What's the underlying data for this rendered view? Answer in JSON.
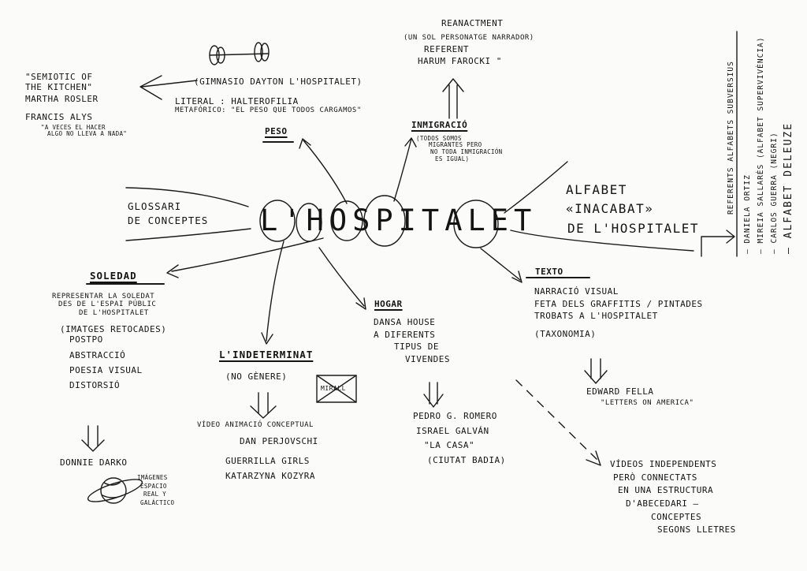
{
  "center": {
    "title": "L'HOSPITALET"
  },
  "glossari": {
    "line1": "GLOSSARI",
    "line2": "DE CONCEPTES"
  },
  "semiotic": {
    "line1": "\"SEMIOTIC OF",
    "line2": "THE KITCHEN\"",
    "author": "MARTHA ROSLER",
    "author2": "FRANCIS ALYS",
    "quote1": "\"A VECES EL HACER",
    "quote2": "ALGO NO LLEVA A NADA\""
  },
  "peso": {
    "title": "PESO",
    "gym": "(GIMNASIO DAYTON L'HOSPITALET)",
    "literal": "LITERAL : HALTEROFILIA",
    "metaforico": "METAFÓRICO: \"EL PESO QUE TODOS CARGAMOS\""
  },
  "reanactment": {
    "title": "REANACTMENT",
    "line1": "(UN SOL PERSONATGE NARRADOR)",
    "line2": "REFERENT",
    "line3": "HARUM FAROCKI \""
  },
  "inmigracio": {
    "title": "INMIGRACIÓ",
    "lines": [
      "(TODOS SOMOS",
      "MIGRANTES PERO",
      "NO TODA INMIGRACIÓN",
      "ES IGUAL)"
    ]
  },
  "alfabet": {
    "line1": "ALFABET",
    "line2": "«INACABAT»",
    "line3": "DE L'HOSPITALET"
  },
  "referents": {
    "title": "REFERENTS ALFABETS SUBVERSIUS",
    "items": [
      "— DANIELA ORTIZ",
      "— MIREIA SALLARÈS (ALFABET SUPERVIVÈNCIA)",
      "— CARLOS GUERRA (NEGRI)",
      "— ALFABET DELEUZE"
    ]
  },
  "soledad": {
    "title": "SOLEDAD",
    "lines": [
      "REPRESENTAR LA SOLEDAT",
      "DES DE L'ESPAI PÚBLIC",
      "DE L'HOSPITALET",
      "(IMATGES RETOCADES)",
      "POSTPO"
    ],
    "concepts": [
      "ABSTRACCIÓ",
      "POESIA VISUAL",
      "DISTORSIÓ"
    ],
    "ref": "DONNIE DARKO",
    "imagenes": [
      "IMÁGENES",
      "ESPACIO",
      "REAL Y",
      "GALÁCTICO"
    ]
  },
  "indeterminat": {
    "title": "L'INDETERMINAT",
    "subtitle": "(NO GÈNERE)",
    "box": "MIRALL",
    "refs": [
      "VÍDEO ANIMACIÓ CONCEPTUAL",
      "DAN PERJOVSCHI",
      "GUERRILLA GIRLS",
      "KATARZYNA KOZYRA"
    ]
  },
  "hogar": {
    "title": "HOGAR",
    "lines": [
      "DANSA HOUSE",
      "A DIFERENTS",
      "TIPUS DE",
      "VIVENDES"
    ],
    "refs": [
      "PEDRO G. ROMERO",
      "ISRAEL GALVÁN",
      "\"LA CASA\"",
      "(CIUTAT BADIA)"
    ]
  },
  "texto": {
    "title": "TEXTO",
    "lines": [
      "NARRACIÓ VISUAL",
      "FETA DELS GRAFFITIS / PINTADES",
      "TROBATS A L'HOSPITALET",
      "(TAXONOMIA)"
    ],
    "ref1": "EDWARD FELLA",
    "ref2": "\"LETTERS ON AMERICA\""
  },
  "videos": {
    "lines": [
      "VÍDEOS INDEPENDENTS",
      "PERÒ CONNECTATS",
      "EN UNA ESTRUCTURA",
      "D'ABECEDARI —",
      "CONCEPTES",
      "SEGONS LLETRES"
    ]
  }
}
